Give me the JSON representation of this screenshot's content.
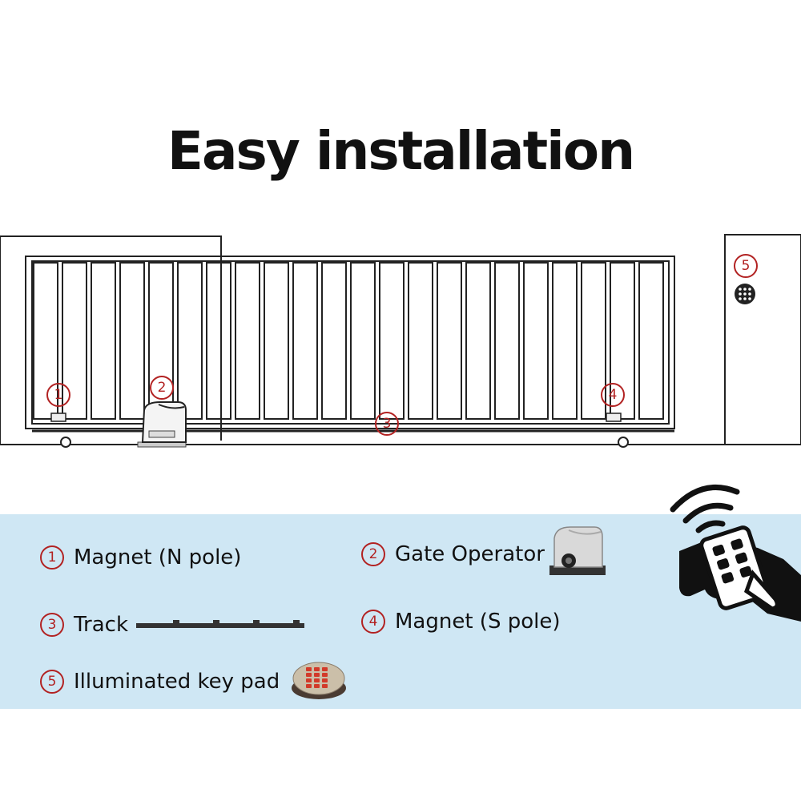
{
  "title": "Easy installation",
  "callouts": {
    "c1": "1",
    "c2": "2",
    "c3": "3",
    "c4": "4",
    "c5": "5"
  },
  "legend": [
    {
      "num": "1",
      "label": "Magnet (N pole)"
    },
    {
      "num": "2",
      "label": "Gate Operator"
    },
    {
      "num": "3",
      "label": "Track"
    },
    {
      "num": "4",
      "label": "Magnet (S pole)"
    },
    {
      "num": "5",
      "label": "Illuminated key pad"
    }
  ],
  "colors": {
    "accent": "#b22222",
    "band": "#cfe7f4",
    "ink": "#111111"
  },
  "icons": [
    "remote-control-icon",
    "wifi-signal-icon",
    "gate-operator-icon",
    "track-icon",
    "keypad-icon"
  ]
}
